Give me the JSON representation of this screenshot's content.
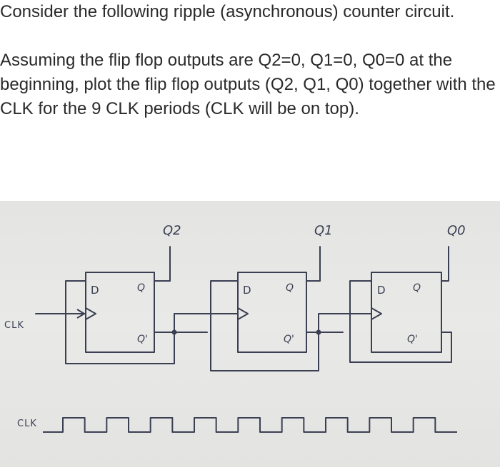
{
  "question": {
    "paragraph1": "Consider the following ripple (asynchronous) counter circuit.",
    "paragraph2": "Assuming the flip flop outputs are Q2=0, Q1=0, Q0=0 at the beginning, plot the flip flop outputs (Q2, Q1, Q0) together with the CLK for the 9 CLK periods (CLK will be on top)."
  },
  "diagram": {
    "output_labels": [
      "Q2",
      "Q1",
      "Q0"
    ],
    "flip_flops": [
      {
        "d_label": "D",
        "q_label": "Q",
        "qbar_label": "Q'"
      },
      {
        "d_label": "D",
        "q_label": "Q",
        "qbar_label": "Q'"
      },
      {
        "d_label": "D",
        "q_label": "Q",
        "qbar_label": "Q'"
      }
    ],
    "clk_input_label": "CLK",
    "clk_waveform_label": "CLK",
    "clk_periods": 9,
    "ink_color": "#3a3f52"
  }
}
